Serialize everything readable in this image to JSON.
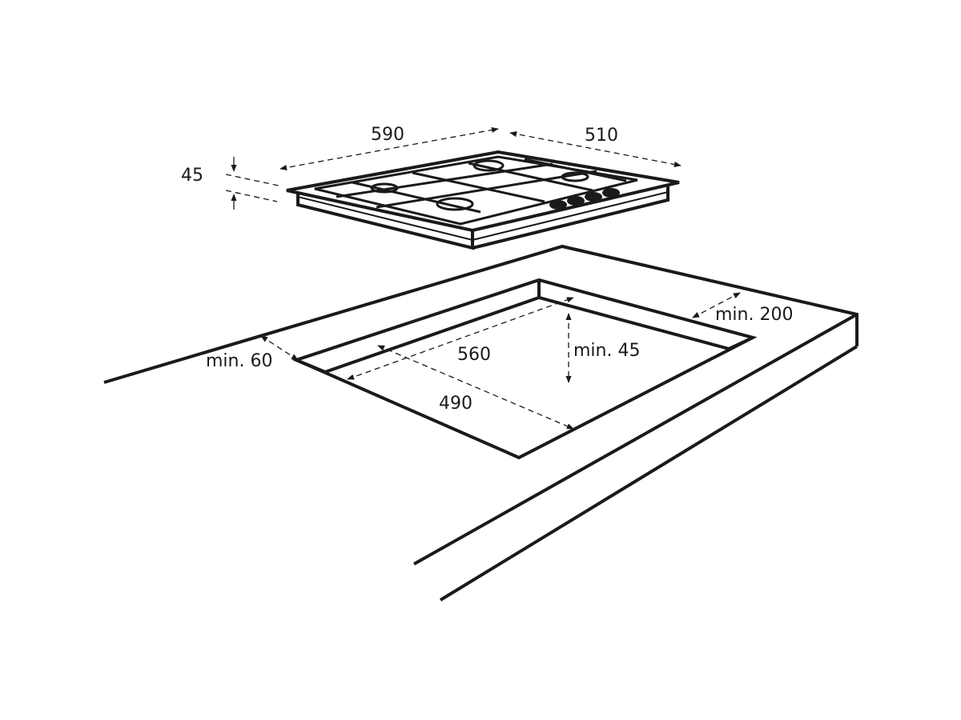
{
  "colors": {
    "line": "#1a1a1a",
    "background": "#ffffff"
  },
  "hob": {
    "width_label": "590",
    "depth_label": "510",
    "height_label": "45"
  },
  "cutout": {
    "width_label": "560",
    "depth_label": "490",
    "depth_min_label": "min. 45",
    "front_clearance_label": "min. 60",
    "rear_clearance_label": "min. 200"
  }
}
